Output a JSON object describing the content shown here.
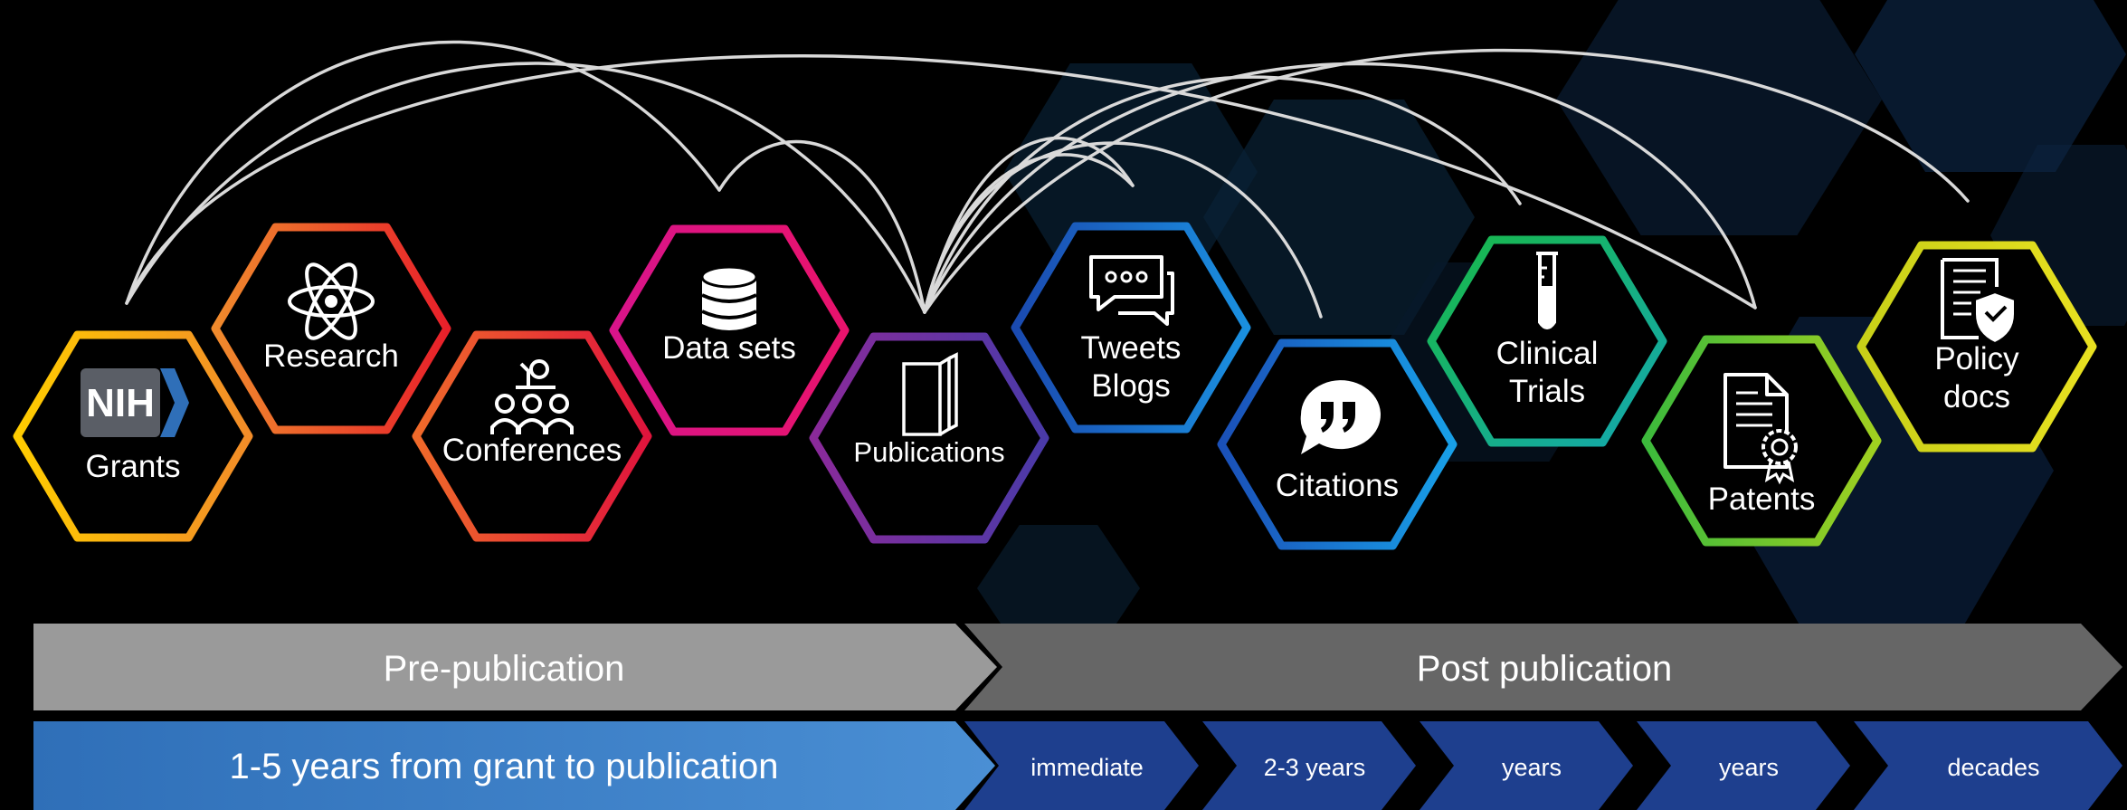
{
  "nodes": [
    {
      "id": "grants",
      "label_lines": [
        "Grants"
      ],
      "icon": "nih-logo",
      "logo_text": "NIH"
    },
    {
      "id": "research",
      "label_lines": [
        "Research"
      ],
      "icon": "atom-icon"
    },
    {
      "id": "conferences",
      "label_lines": [
        "Conferences"
      ],
      "icon": "audience-icon"
    },
    {
      "id": "datasets",
      "label_lines": [
        "Data sets"
      ],
      "icon": "database-icon"
    },
    {
      "id": "publications",
      "label_lines": [
        "Publications"
      ],
      "icon": "books-icon"
    },
    {
      "id": "tweets",
      "label_lines": [
        "Tweets",
        "Blogs"
      ],
      "icon": "chat-bubbles-icon"
    },
    {
      "id": "citations",
      "label_lines": [
        "Citations"
      ],
      "icon": "quote-bubble-icon"
    },
    {
      "id": "trials",
      "label_lines": [
        "Clinical",
        "Trials"
      ],
      "icon": "test-tube-icon"
    },
    {
      "id": "patents",
      "label_lines": [
        "Patents"
      ],
      "icon": "certificate-document-icon"
    },
    {
      "id": "policy",
      "label_lines": [
        "Policy",
        "docs"
      ],
      "icon": "shield-document-icon"
    }
  ],
  "phases": {
    "pre": "Pre-publication",
    "post": "Post publication"
  },
  "timeline": {
    "pre": "1-5 years from grant to publication",
    "post": [
      "immediate",
      "2-3 years",
      "years",
      "years",
      "decades"
    ]
  },
  "colors": {
    "background": "#000000",
    "pre_phase": "#9a9a9a",
    "post_phase": "#666666",
    "pre_timeline": "#3f82c8",
    "post_timeline": "#1e3f8e",
    "arcs": "#d9d9d9"
  }
}
